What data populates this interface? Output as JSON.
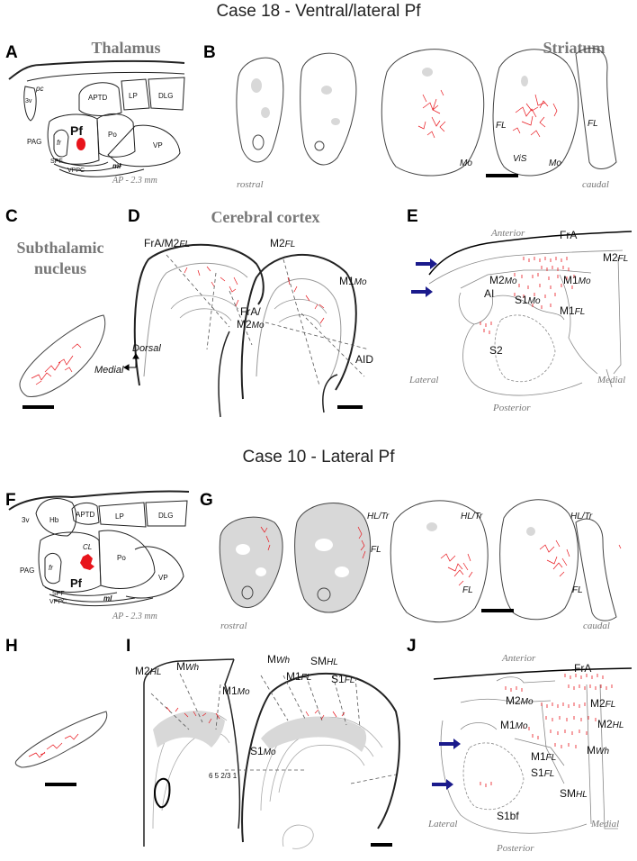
{
  "case18": {
    "title": "Case 18 - Ventral/lateral Pf",
    "panels": [
      "A",
      "B",
      "C",
      "D",
      "E"
    ],
    "a": {
      "heading": "Thalamus",
      "labels": {
        "pc": "pc",
        "v3": "3v",
        "aptd": "APTD",
        "lp": "LP",
        "dlg": "DLG",
        "pf": "Pf",
        "pag": "PAG",
        "fr": "fr",
        "po": "Po",
        "vp": "VP",
        "spf": "SPF",
        "vppc": "VPPC",
        "ml": "ml"
      },
      "ap": "AP - 2.3 mm"
    },
    "b": {
      "heading": "Striatum",
      "rostral": "rostral",
      "caudal": "caudal",
      "fl1": "FL",
      "fl2": "FL",
      "mo1": "Mo",
      "vis": "ViS",
      "mo2": "Mo"
    },
    "c": {
      "heading_line1": "Subthalamic",
      "heading_line2": "nucleus"
    },
    "d": {
      "heading": "Cerebral cortex",
      "fra_m2fl": "FrA/M2",
      "fra_m2fl_sub": "FL",
      "m2fl": "M2",
      "m2fl_sub": "FL",
      "m1mo": "M1",
      "m1mo_sub": "Mo",
      "fra_m2mo_1": "FrA/",
      "fra_m2mo_2": "M2",
      "fra_m2mo_sub": "Mo",
      "aid": "AID",
      "dorsal": "Dorsal",
      "medial": "Medial"
    },
    "e": {
      "anterior": "Anterior",
      "posterior": "Posterior",
      "lateral": "Lateral",
      "medial": "Medial",
      "fra": "FrA",
      "m2mo": "M2",
      "m2mo_sub": "Mo",
      "m2fl": "M2",
      "m2fl_sub": "FL",
      "ai": "AI",
      "s1mo": "S1",
      "s1mo_sub": "Mo",
      "m1mo": "M1",
      "m1mo_sub": "Mo",
      "m1fl": "M1",
      "m1fl_sub": "FL",
      "s2": "S2"
    }
  },
  "case10": {
    "title": "Case 10 - Lateral Pf",
    "panels": [
      "F",
      "G",
      "H",
      "I",
      "J"
    ],
    "f": {
      "labels": {
        "v3": "3v",
        "hb": "Hb",
        "aptd": "APTD",
        "lp": "LP",
        "dlg": "DLG",
        "cl": "CL",
        "pag": "PAG",
        "fr": "fr",
        "pf": "Pf",
        "po": "Po",
        "vp": "VP",
        "spf": "SPF",
        "vppc": "VPPC",
        "ml": "ml"
      },
      "ap": "AP - 2.3 mm"
    },
    "g": {
      "rostral": "rostral",
      "caudal": "caudal",
      "hltr1": "HL/Tr",
      "hltr2": "HL/Tr",
      "hltr3": "HL/Tr",
      "fl1": "FL",
      "fl2": "FL",
      "fl3": "FL"
    },
    "i": {
      "m2hl": "M2",
      "m2hl_sub": "HL",
      "mwh1": "M",
      "mwh1_sub": "Wh",
      "m1mo": "M1",
      "m1mo_sub": "Mo",
      "s1mo": "S1",
      "s1mo_sub": "Mo",
      "mwh2": "M",
      "mwh2_sub": "Wh",
      "smhl": "SM",
      "smhl_sub": "HL",
      "m1fl": "M1",
      "m1fl_sub": "FL",
      "s1fl": "S1",
      "s1fl_sub": "FL",
      "layers": "6    5   2/3  1"
    },
    "j": {
      "anterior": "Anterior",
      "posterior": "Posterior",
      "lateral": "Lateral",
      "medial": "Medial",
      "fra": "FrA",
      "m2mo": "M2",
      "m2mo_sub": "Mo",
      "m2fl": "M2",
      "m2fl_sub": "FL",
      "m1mo": "M1",
      "m1mo_sub": "Mo",
      "m2hl": "M2",
      "m2hl_sub": "HL",
      "m1fl": "M1",
      "m1fl_sub": "FL",
      "mwh": "M",
      "mwh_sub": "Wh",
      "s1fl": "S1",
      "s1fl_sub": "FL",
      "smhl": "SM",
      "smhl_sub": "HL",
      "s1bf": "S1bf"
    }
  },
  "colors": {
    "label_red": "#e8141b",
    "arrow_blue": "#1a1a8c",
    "gray_fill": "#d8d8d8",
    "heading_gray": "#777777"
  }
}
